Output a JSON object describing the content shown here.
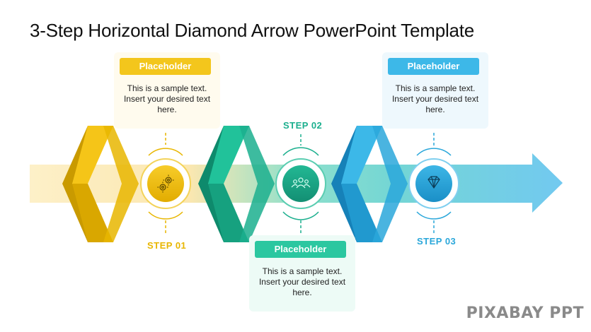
{
  "title": "3-Step Horizontal Diamond Arrow PowerPoint Template",
  "steps": [
    {
      "label": "STEP 01",
      "icon": "gears-icon",
      "color": "#E8B600",
      "card": {
        "heading": "Placeholder",
        "text": "This is a sample text. Insert your desired text here."
      }
    },
    {
      "label": "STEP 02",
      "icon": "people-icon",
      "color": "#1BAF8E",
      "card": {
        "heading": "Placeholder",
        "text": "This is a sample text. Insert your desired text here."
      }
    },
    {
      "label": "STEP 03",
      "icon": "diamond-icon",
      "color": "#2AA7DA",
      "card": {
        "heading": "Placeholder",
        "text": "This is a sample text. Insert your desired text here."
      }
    }
  ],
  "watermark": "PIXABAY PPT"
}
